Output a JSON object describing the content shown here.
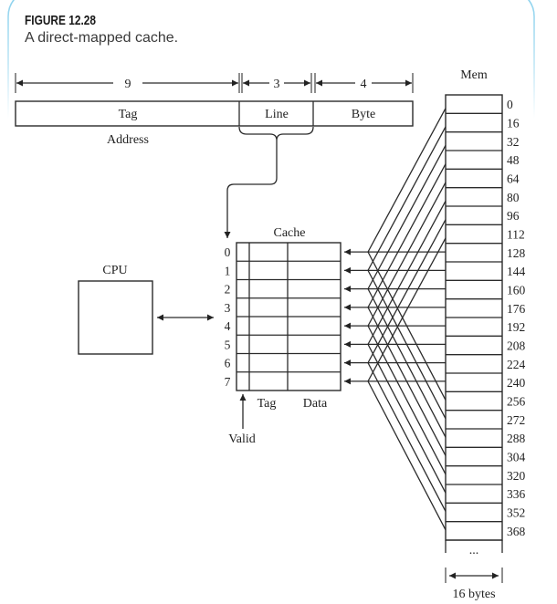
{
  "figure": {
    "label": "FIGURE 12.28",
    "caption": "A direct-mapped cache.",
    "frame_color": "#8fd3ee"
  },
  "address": {
    "label": "Address",
    "fields": [
      {
        "name": "Tag",
        "bits": "9"
      },
      {
        "name": "Line",
        "bits": "3"
      },
      {
        "name": "Byte",
        "bits": "4"
      }
    ]
  },
  "cpu": {
    "label": "CPU"
  },
  "cache": {
    "title": "Cache",
    "line_numbers": [
      "0",
      "1",
      "2",
      "3",
      "4",
      "5",
      "6",
      "7"
    ],
    "columns": {
      "valid": "Valid",
      "tag": "Tag",
      "data": "Data"
    }
  },
  "memory": {
    "title": "Mem",
    "addresses": [
      "0",
      "16",
      "32",
      "48",
      "64",
      "80",
      "96",
      "112",
      "128",
      "144",
      "160",
      "176",
      "192",
      "208",
      "224",
      "240",
      "256",
      "272",
      "288",
      "304",
      "320",
      "336",
      "352",
      "368"
    ],
    "ellipsis": "...",
    "block_size_label": "16 bytes"
  }
}
